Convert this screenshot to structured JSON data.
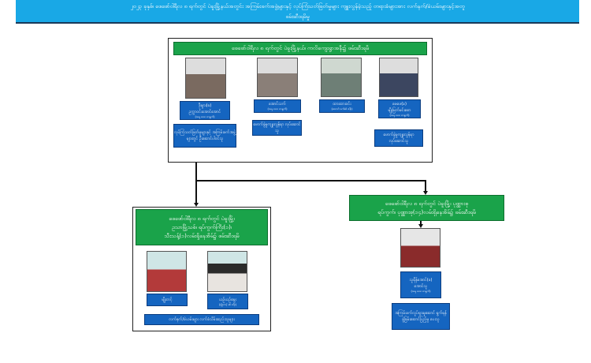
{
  "banner": {
    "line1": "၂၀၂၃ ခုနှစ်၊ ဖေဖော်ဝါရီလ ၈ ရက်တွင် ပဲခူးမြို့နယ်အတွင်း အကြမ်းဖက်အဖွဲ့များနှင့် လုပ်ကြံသတ်ဖြတ်မှုများ ကျူးလွန်ခဲ့သည့် တရားခံများအား လက်နက်/ခဲယမ်းများနှင့်အတူ",
    "line2": "ဖမ်းဆီးရမိမှု"
  },
  "group1": {
    "title": "ဖေဖော်ဝါရီလ ၈ ရက်တွင် ပဲခူးမြို့နယ်၊ ကလိကျေးရွာအနီး၌ ဖမ်းဆီးရမိ",
    "people": [
      {
        "name": "ဒိုးမွား(ခ)",
        "alias": "ဥက္ကာဝင်းအောင်အောင်",
        "note": "(အမှု ၈၈၈ စာရွက်)",
        "role": "လုပ်ကြံသတ်ဖြတ်မှုများနှင့် အကြမ်းဖက်အဖွဲ့များတွင် ဦးဆောင်ပါဝင်သူ",
        "photo": "#7a6a60"
      },
      {
        "name": "အောင်သက်",
        "alias": "",
        "note": "(အမှု ၈၈၈ စာရွက်)",
        "role": "ဖောက်ခွဲမှုကျူးလွန်ရာ လုပ်ဆောင်သူ",
        "photo": "#8a7f78"
      },
      {
        "name": "ထားထားဝင်း",
        "alias": "",
        "note": "(အောင်သက်၏ ဇနီး)",
        "role": "",
        "photo": "#6e7f76"
      },
      {
        "name": "ဖေဖေ(ခ)",
        "alias": "မျိုးမြတ်မင်းစော",
        "note": "(အမှု ၈၈၈ စာရွက်)",
        "role": "ဖောက်ခွဲမှုကျူးလွန်ရာ လုပ်ဆောင်သူ",
        "photo": "#6f6a70"
      }
    ]
  },
  "group2": {
    "title1": "ဖေဖော်ဝါရီလ ၈ ရက်တွင် ပဲခူးမြို့၊",
    "title2": "ဥသာမြို့သစ်၊ ရပ်ကွက်ကြီး(၁)၊",
    "title3": "သီးသန့်(၁)လမ်းရှိနေအိမ်၌ ဖမ်းဆီးရမိ",
    "people": [
      {
        "name": "မျိုးတင့်",
        "note": "",
        "photo": "#b33a3a"
      },
      {
        "name": "ယဉ်ယဉ်မွေး",
        "note": "(မျိုးတင့် ၏ ဇနီး)",
        "photo": "#c9c2bb"
      }
    ],
    "role": "လက်နက်/ခဲယမ်းများ လက်ခံသိမ်းဆည်းသူများ"
  },
  "group3": {
    "title1": "ဖေဖော်ဝါရီလ ၈ ရက်တွင် ပဲခူးမြို့၊ ပုဏ္ဏားစု",
    "title2": "ရပ်ကွက်၊ ပုဏ္ဏားစု(၁၄)လမ်းရှိနေအိမ်၌ ဖမ်းဆီးရမိ",
    "person": {
      "name": "သူရိန်အောင်(ခ)",
      "alias": "အောင်သူ",
      "note": "(အမှု ၈၈၈ စာရွက်)",
      "role": "အကြမ်းဖက်လှုပ်ရှားမှုဆောင် ရွက်ရန်ခွဲခြမ်းဆောင်ပြည့်မှု ပေးသူ",
      "photo": "#8a2b2b"
    }
  }
}
